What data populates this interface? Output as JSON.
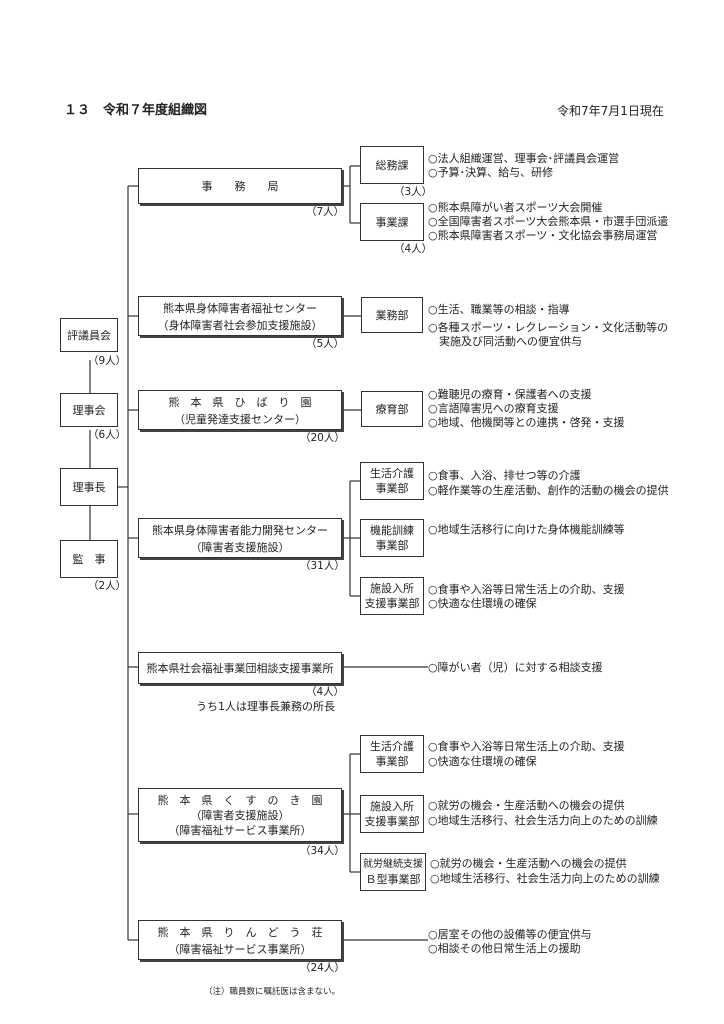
{
  "header": {
    "title": "１３　令和７年度組織図",
    "date": "令和7年7月1日現在"
  },
  "governance": {
    "hyogiin": {
      "label": "評議員会",
      "count": "（9人）"
    },
    "rijikai": {
      "label": "理事会",
      "count": "（6人）"
    },
    "rijicho": {
      "label": "理事長"
    },
    "kanji": {
      "label": "監　事",
      "count": "（2人）"
    }
  },
  "units": {
    "jimukyoku": {
      "name": "事　　務　　局",
      "count": "（7人）",
      "sections": {
        "somuka": {
          "name": "総務課",
          "count": "（3人）",
          "duties": [
            "○法人組織運営、理事会･評議員会運営",
            "○予算･決算、給与、研修"
          ]
        },
        "jigyoka": {
          "name": "事業課",
          "count": "（4人）",
          "duties": [
            "○熊本県障がい者スポーツ大会開催",
            "○全国障害者スポーツ大会熊本県・市選手団派遣",
            "○熊本県障害者スポーツ・文化協会事務局運営"
          ]
        }
      }
    },
    "shintai_fukushi": {
      "name": "熊本県身体障害者福祉センター",
      "sub": "（身体障害者社会参加支援施設）",
      "count": "（5人）",
      "section": {
        "name": "業務部",
        "duties": [
          "○生活、職業等の相談・指導",
          "○各種スポーツ・レクレーション・文化活動等の",
          "　実施及び同活動への便宜供与"
        ]
      }
    },
    "hibari": {
      "name": "熊　本　県　ひ　ば　り　園",
      "sub": "（児童発達支援センター）",
      "count": "（20人）",
      "section": {
        "name": "療育部",
        "duties": [
          "○難聴児の療育・保護者への支援",
          "○言語障害児への療育支援",
          "○地域、他機関等との連携・啓発・支援"
        ]
      }
    },
    "noryoku": {
      "name": "熊本県身体障害者能力開発センター",
      "sub": "（障害者支援施設）",
      "count": "（31人）",
      "sections": {
        "seikatsu": {
          "line1": "生活介護",
          "line2": "事業部",
          "duties": [
            "○食事、入浴、排せつ等の介護",
            "○軽作業等の生産活動、創作的活動の機会の提供"
          ]
        },
        "kinou": {
          "line1": "機能訓練",
          "line2": "事業部",
          "duties": [
            "○地域生活移行に向けた身体機能訓練等"
          ]
        },
        "shisetsu": {
          "line1": "施設入所",
          "line2": "支援事業部",
          "duties": [
            "○食事や入浴等日常生活上の介助、支援",
            "○快適な住環境の確保"
          ]
        }
      }
    },
    "soudan": {
      "name": "熊本県社会福祉事業団相談支援事業所",
      "count": "（4人）",
      "note": "うち1人は理事長兼務の所長",
      "duties": [
        "○障がい者（児）に対する相談支援"
      ]
    },
    "kusunoki": {
      "name": "熊　本　県　く　す　の　き　園",
      "sub1": "（障害者支援施設）",
      "sub2": "（障害福祉サービス事業所）",
      "count": "（34人）",
      "sections": {
        "seikatsu": {
          "line1": "生活介護",
          "line2": "事業部",
          "duties": [
            "○食事や入浴等日常生活上の介助、支援",
            "○快適な住環境の確保"
          ]
        },
        "shisetsu": {
          "line1": "施設入所",
          "line2": "支援事業部",
          "duties": [
            "○就労の機会・生産活動への機会の提供",
            "○地域生活移行、社会生活力向上のための訓練"
          ]
        },
        "shuro": {
          "line1": "就労継続支援",
          "line2": "Ｂ型事業部",
          "duties": [
            "○就労の機会・生産活動への機会の提供",
            "○地域生活移行、社会生活力向上のための訓練"
          ]
        }
      }
    },
    "rindou": {
      "name": "熊　本　県　り　ん　ど　う　荘",
      "sub": "（障害福祉サービス事業所）",
      "count": "（24人）",
      "duties": [
        "○居室その他の設備等の便宜供与",
        "○相談その他日常生活上の援助"
      ]
    }
  },
  "footnote": "（注）職員数に嘱託医は含まない。"
}
